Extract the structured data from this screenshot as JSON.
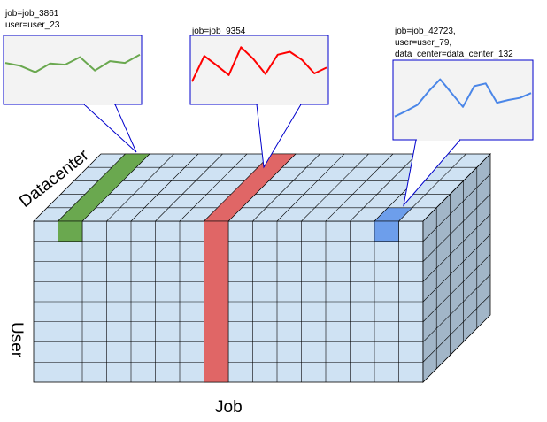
{
  "axes": {
    "datacenter_label": "Datacenter",
    "user_label": "User",
    "job_label": "Job"
  },
  "callouts": [
    {
      "id": "job_3861",
      "label_lines": [
        "job=job_3861",
        "user=user_23"
      ],
      "color": "#6aa84f",
      "series": [
        6.2,
        5.7,
        4.6,
        6.1,
        5.9,
        7.2,
        4.9,
        6.5,
        6.2,
        7.6
      ]
    },
    {
      "id": "job_9354",
      "label_lines": [
        "job=job_9354"
      ],
      "color": "#ff0000",
      "series": [
        3.0,
        7.4,
        5.8,
        4.1,
        8.9,
        6.9,
        4.3,
        7.6,
        8.1,
        6.7,
        4.4,
        5.4
      ]
    },
    {
      "id": "job_42723",
      "label_lines": [
        "job=job_42723,",
        "user=user_79,",
        "data_center=data_center_132"
      ],
      "color": "#4a86e8",
      "series": [
        2.6,
        3.4,
        4.3,
        6.3,
        8.0,
        6.0,
        4.0,
        7.0,
        7.4,
        4.6,
        5.0,
        5.3,
        6.0
      ]
    }
  ],
  "colors": {
    "cell_fill": "#cfe2f3",
    "side_fill": "#a2b6c8",
    "grid_stroke": "#000000",
    "chart_bg": "#f3f3f3",
    "chart_border": "#0000cc",
    "green_column": "#6aa84f",
    "red_column": "#e06666",
    "blue_cell": "#6d9eeb"
  }
}
